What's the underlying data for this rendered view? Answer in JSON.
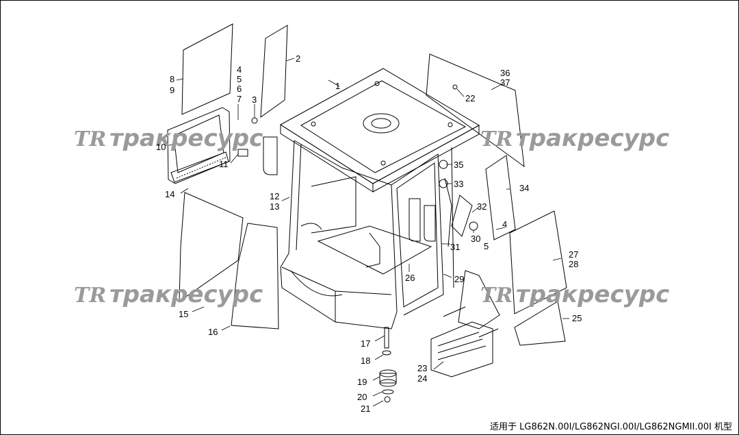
{
  "watermark": {
    "logo": "TR",
    "text": "тракресурс"
  },
  "model_note": "适用于 LG862N.00I/LG862NGI.00I/LG862NGMII.00I 机型",
  "callouts": [
    "1",
    "2",
    "3",
    "4",
    "5",
    "6",
    "7",
    "8",
    "9",
    "10",
    "11",
    "12",
    "13",
    "14",
    "15",
    "16",
    "17",
    "18",
    "19",
    "20",
    "21",
    "22",
    "23",
    "24",
    "25",
    "26",
    "27",
    "28",
    "29",
    "30",
    "31",
    "32",
    "33",
    "34",
    "35",
    "36",
    "37",
    "4",
    "5"
  ],
  "colors": {
    "line": "#000000",
    "watermark": "#9a9a9a",
    "background": "#ffffff"
  }
}
